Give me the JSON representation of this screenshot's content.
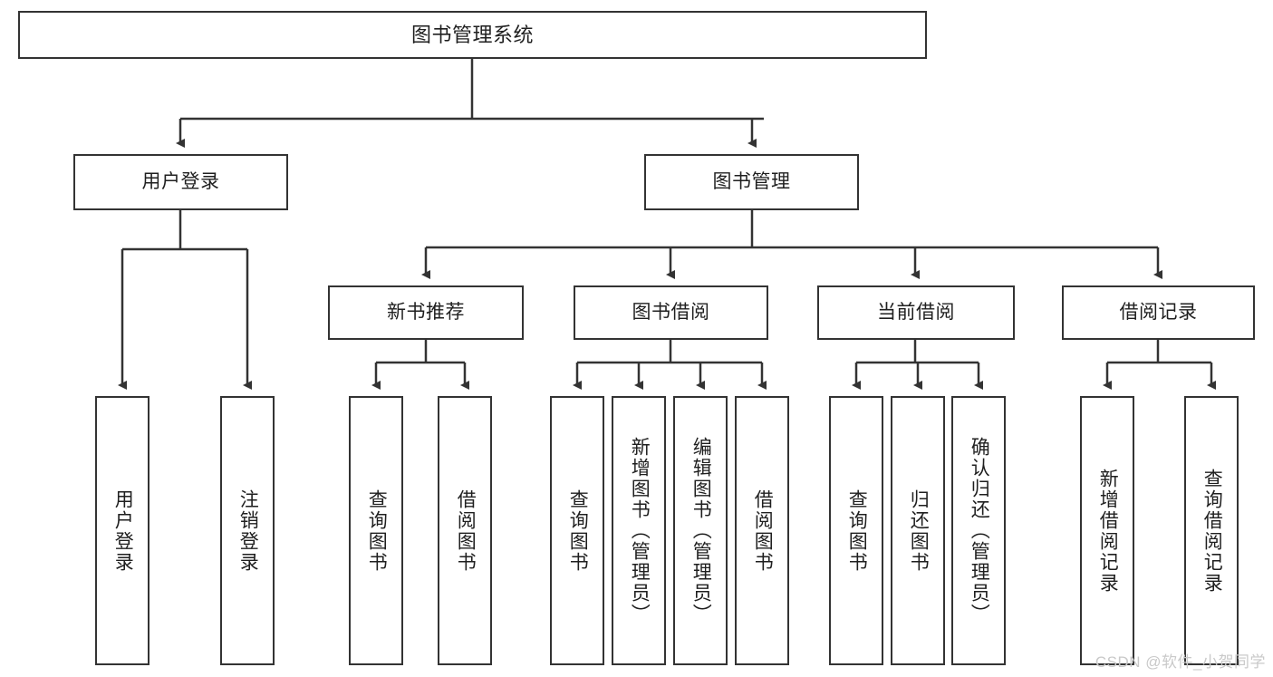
{
  "diagram": {
    "title": "图书管理系统",
    "watermark": "CSDN @软件_小贺同学",
    "colors": {
      "box_border": "#333333",
      "box_fill": "#ffffff",
      "edge": "#333333",
      "text": "#1f1f1f",
      "watermark": "#c9c9c9"
    },
    "root": {
      "label": "图书管理系统"
    },
    "level2": [
      {
        "label": "用户登录"
      },
      {
        "label": "图书管理"
      }
    ],
    "level3": [
      {
        "label": "新书推荐"
      },
      {
        "label": "图书借阅"
      },
      {
        "label": "当前借阅"
      },
      {
        "label": "借阅记录"
      }
    ],
    "leaves": {
      "user_login": [
        {
          "label": "用户登录"
        },
        {
          "label": "注销登录"
        }
      ],
      "new_book_recommend": [
        {
          "label": "查询图书"
        },
        {
          "label": "借阅图书"
        }
      ],
      "book_borrow": [
        {
          "label": "查询图书"
        },
        {
          "label": "新增图书（管理员）"
        },
        {
          "label": "编辑图书（管理员）"
        },
        {
          "label": "借阅图书"
        }
      ],
      "current_borrow": [
        {
          "label": "查询图书"
        },
        {
          "label": "归还图书"
        },
        {
          "label": "确认归还（管理员）"
        }
      ],
      "borrow_record": [
        {
          "label": "新增借阅记录"
        },
        {
          "label": "查询借阅记录"
        }
      ]
    }
  }
}
